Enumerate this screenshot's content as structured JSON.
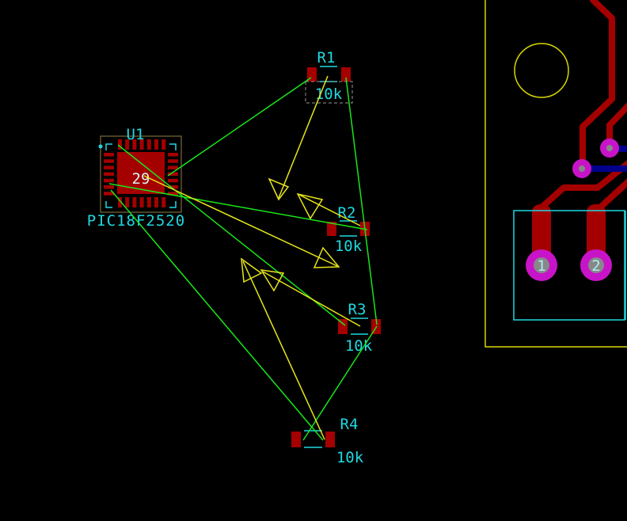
{
  "footprints": {
    "u1": {
      "ref": "U1",
      "value": "PIC18F2520",
      "center_pad": "29"
    },
    "r1": {
      "ref": "R1",
      "value": "10k"
    },
    "r2": {
      "ref": "R2",
      "value": "10k"
    },
    "r3": {
      "ref": "R3",
      "value": "10k"
    },
    "r4": {
      "ref": "R4",
      "value": "10k"
    },
    "connector": {
      "pad1": "1",
      "pad2": "2"
    }
  },
  "colors": {
    "background": "#000000",
    "copper_front": "#a50000",
    "copper_back": "#00008c",
    "ratsnest": "#19e619",
    "silkscreen": "#1fd8e0",
    "edge_cuts": "#d8d800",
    "via": "#c814c8",
    "move_vectors": "#e6e619"
  }
}
